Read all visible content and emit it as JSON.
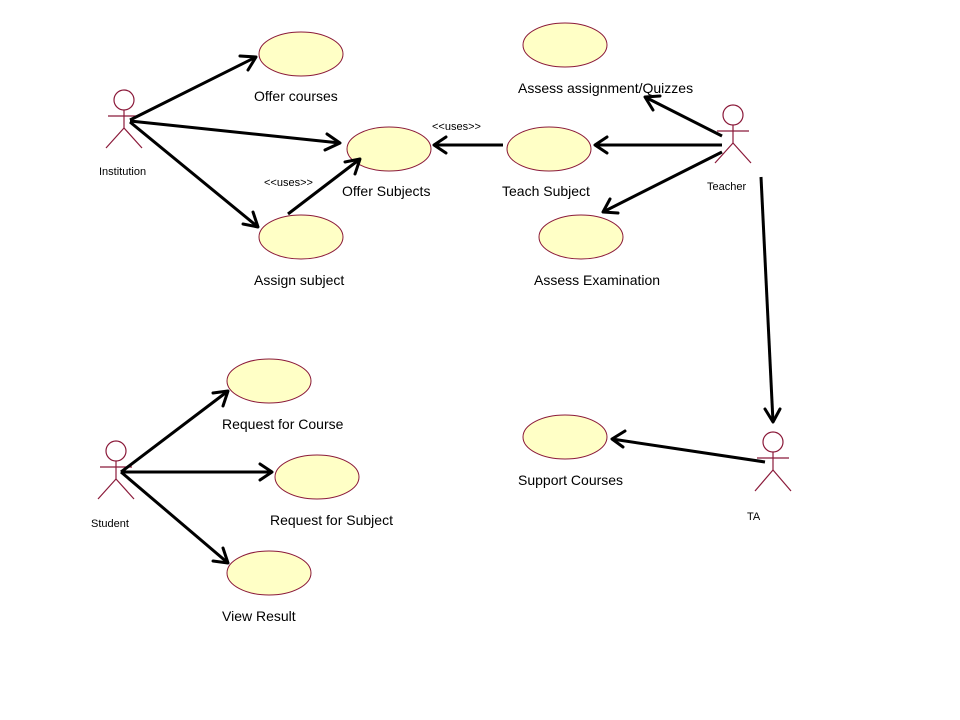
{
  "actors": {
    "institution": "Institution",
    "teacher": "Teacher",
    "student": "Student",
    "ta": "TA"
  },
  "use_cases": {
    "offer_courses": "Offer courses",
    "offer_subjects": "Offer Subjects",
    "assign_subject": "Assign subject",
    "assess_assignment": "Assess assignment/Quizzes",
    "teach_subject": "Teach Subject",
    "assess_examination": "Assess Examination",
    "request_course": "Request for Course",
    "request_subject": "Request for Subject",
    "view_result": "View Result",
    "support_courses": "Support Courses"
  },
  "stereotypes": {
    "uses_teach": "<<uses>>",
    "uses_assign": "<<uses>>"
  },
  "colors": {
    "usecase_fill": "#ffffc6",
    "outline": "#8b1a3a",
    "connector": "#000000"
  }
}
